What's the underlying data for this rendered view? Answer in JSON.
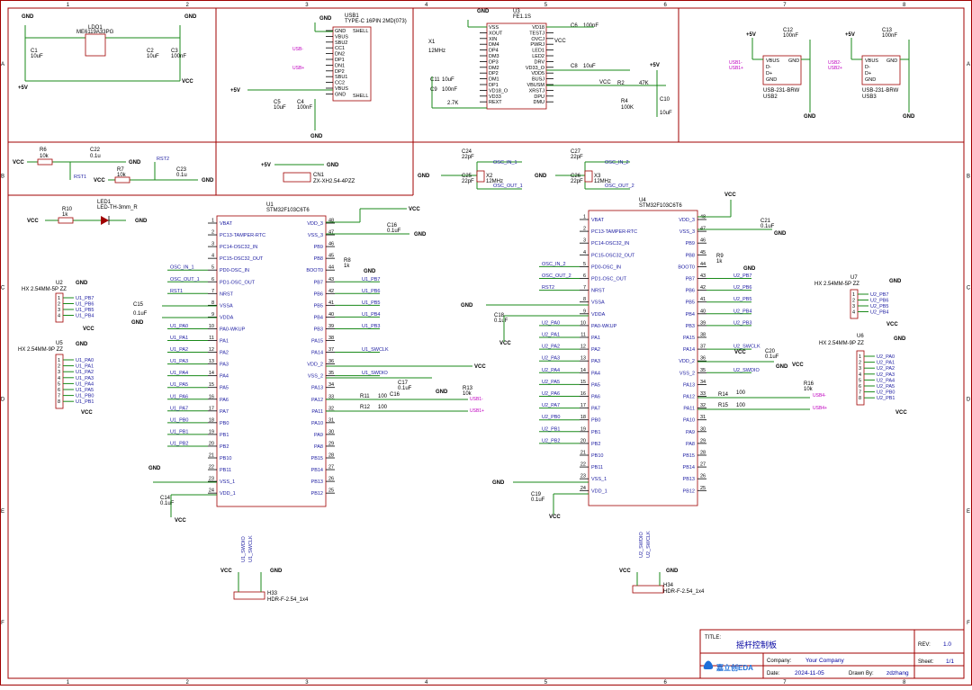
{
  "title_block": {
    "title_label": "TITLE:",
    "title": "摇杆控制板",
    "rev_label": "REV:",
    "rev": "1.0",
    "company_label": "Company:",
    "company": "Your Company",
    "sheet_label": "Sheet:",
    "sheet": "1/1",
    "date_label": "Date:",
    "date": "2024-11-05",
    "drawn_label": "Drawn By:",
    "drawn_by": "zdzhang",
    "logo": "嘉立创EDA"
  },
  "grid": {
    "columns": [
      "1",
      "2",
      "3",
      "4",
      "5",
      "6",
      "7",
      "8"
    ],
    "rows": [
      "A",
      "B",
      "C",
      "D",
      "E",
      "F"
    ]
  },
  "ldo": {
    "ref": "LDO1",
    "part": "ME6119A33PG",
    "c1": "C1",
    "c1v": "10uF",
    "c2": "C2",
    "c2v": "10uF",
    "c3": "C3",
    "c3v": "100nF",
    "pwr": "+5V",
    "vcc": "VCC",
    "gnd1": "GND",
    "gnd2": "GND"
  },
  "usb1": {
    "ref": "USB1",
    "part": "TYPE-C 16PIN 2MD(073)",
    "pins": [
      "GND",
      "VBUS",
      "SBU2",
      "CC1",
      "DN2",
      "DP1",
      "DN1",
      "DP2",
      "SBU1",
      "CC2",
      "VBUS",
      "GND"
    ],
    "shell1": "SHELL",
    "shell2": "SHELL",
    "net1": "USB-",
    "net2": "USB+",
    "c5": "C5",
    "c5v": "10uF",
    "c4": "C4",
    "c4v": "100nF",
    "pwr": "+5V",
    "gnd1": "GND",
    "gnd2": "GND"
  },
  "hub": {
    "ref": "U3",
    "part": "FE1.1S",
    "left_pins": [
      "VSS",
      "XOUT",
      "XIN",
      "DM4",
      "DP4",
      "DM3",
      "DP3",
      "DM2",
      "DP2",
      "DM1",
      "DP1",
      "VD18_O",
      "VD33",
      "REXT"
    ],
    "right_pins": [
      "VD18",
      "TESTJ",
      "OVCJ",
      "PWRJ",
      "LED1",
      "LED2",
      "DRV",
      "VD33_O",
      "VDD5",
      "BUSJ",
      "VBUSM",
      "XRSTJ",
      "DPU",
      "DMU"
    ],
    "x1": "X1",
    "x1v": "12MHz",
    "c11": "C11",
    "c11v": "10uF",
    "c9": "C9",
    "c9v": "100nF",
    "r3v": "2.7K",
    "r2": "R2",
    "r2v": "47K",
    "r4": "R4",
    "r4v": "100K",
    "c10": "C10",
    "c10v": "10uF",
    "c6": "C6",
    "c6v": "100nF",
    "c8": "C8",
    "c8v": "10uF",
    "pwr": "+5V",
    "vcc": "VCC",
    "net_vcc2": "VCC",
    "gnd": "GND"
  },
  "usb2": {
    "ref": "USB2",
    "part": "USB-231-BRW",
    "pins": [
      "VBUS",
      "D-",
      "D+",
      "GND"
    ],
    "gnd_pin": "GND",
    "c": "C12",
    "cv": "100nF",
    "pwr": "+5V",
    "net1": "USB1-",
    "net2": "USB1+",
    "gnd": "GND"
  },
  "usb3": {
    "ref": "USB3",
    "part": "USB-231-BRW",
    "pins": [
      "VBUS",
      "D-",
      "D+",
      "GND"
    ],
    "gnd_pin": "GND",
    "c": "C13",
    "cv": "100nF",
    "pwr": "+5V",
    "net1": "USB2-",
    "net2": "USB2+",
    "gnd": "GND"
  },
  "reset": {
    "r6": "R6",
    "r6v": "10k",
    "c22": "C22",
    "c22v": "0.1u",
    "r7": "R7",
    "r7v": "10k",
    "c23": "C23",
    "c23v": "0.1u",
    "rst1": "RST1",
    "rst2": "RST2",
    "vcc1": "VCC",
    "vcc2": "VCC",
    "gnd": "GND",
    "gnd2": "GND"
  },
  "cn1": {
    "ref": "CN1",
    "part": "ZX-XH2.54-4PZZ",
    "pwr": "+5V",
    "gnd": "GND"
  },
  "osc1": {
    "c24": "C24",
    "c24v": "22pF",
    "c25": "C25",
    "c25v": "22pF",
    "x2": "X2",
    "x2v": "12MHz",
    "in": "OSC_IN_1",
    "out": "OSC_OUT_1",
    "gnd": "GND"
  },
  "osc2": {
    "c27": "C27",
    "c27v": "22pF",
    "c26": "C26",
    "c26v": "22pF",
    "x3": "X3",
    "x3v": "12MHz",
    "in": "OSC_IN_2",
    "out": "OSC_OUT_2",
    "gnd": "GND"
  },
  "led": {
    "ref": "LED1",
    "part": "LED-TH-3mm_R",
    "r": "R10",
    "rv": "1k",
    "vcc": "VCC",
    "gnd": "GND"
  },
  "u1": {
    "ref": "U1",
    "part": "STM32F103C6T6",
    "left": [
      [
        "1",
        "VBAT"
      ],
      [
        "2",
        "PC13-TAMPER-RTC"
      ],
      [
        "3",
        "PC14-OSC32_IN"
      ],
      [
        "4",
        "PC15-OSC32_OUT"
      ],
      [
        "5",
        "PD0-OSC_IN"
      ],
      [
        "6",
        "PD1-OSC_OUT"
      ],
      [
        "7",
        "NRST"
      ],
      [
        "8",
        "VSSA"
      ],
      [
        "9",
        "VDDA"
      ],
      [
        "10",
        "PA0-WKUP"
      ],
      [
        "11",
        "PA1"
      ],
      [
        "12",
        "PA2"
      ],
      [
        "13",
        "PA3"
      ],
      [
        "14",
        "PA4"
      ],
      [
        "15",
        "PA5"
      ],
      [
        "16",
        "PA6"
      ],
      [
        "17",
        "PA7"
      ],
      [
        "18",
        "PB0"
      ],
      [
        "19",
        "PB1"
      ],
      [
        "20",
        "PB2"
      ],
      [
        "21",
        "PB10"
      ],
      [
        "22",
        "PB11"
      ],
      [
        "23",
        "VSS_1"
      ],
      [
        "24",
        "VDD_1"
      ]
    ],
    "right": [
      [
        "48",
        "VDD_3"
      ],
      [
        "47",
        "VSS_3"
      ],
      [
        "46",
        "PB9"
      ],
      [
        "45",
        "PB8"
      ],
      [
        "44",
        "BOOT0"
      ],
      [
        "43",
        "PB7"
      ],
      [
        "42",
        "PB6"
      ],
      [
        "41",
        "PB5"
      ],
      [
        "40",
        "PB4"
      ],
      [
        "39",
        "PB3"
      ],
      [
        "38",
        "PA15"
      ],
      [
        "37",
        "PA14"
      ],
      [
        "36",
        "VDD_2"
      ],
      [
        "35",
        "VSS_2"
      ],
      [
        "34",
        "PA13"
      ],
      [
        "33",
        "PA12"
      ],
      [
        "32",
        "PA11"
      ],
      [
        "31",
        "PA10"
      ],
      [
        "30",
        "PA9"
      ],
      [
        "29",
        "PA8"
      ],
      [
        "28",
        "PB15"
      ],
      [
        "27",
        "PB14"
      ],
      [
        "26",
        "PB13"
      ],
      [
        "25",
        "PB12"
      ]
    ],
    "left_nets": [
      "",
      "",
      "",
      "",
      "OSC_IN_1",
      "OSC_OUT_1",
      "RST1",
      "",
      "",
      "U1_PA0",
      "U1_PA1",
      "U1_PA2",
      "U1_PA3",
      "U1_PA4",
      "U1_PA5",
      "U1_PA6",
      "U1_PA7",
      "U1_PB0",
      "U1_PB1",
      "U1_PB2",
      "",
      "",
      "",
      ""
    ],
    "right_nets": [
      "",
      "",
      "",
      "",
      "",
      "U1_PB7",
      "U1_PB6",
      "U1_PB5",
      "U1_PB4",
      "U1_PB3",
      "",
      "U1_SWCLK",
      "",
      "U1_SWDIO",
      "",
      "",
      "",
      "",
      "",
      "",
      "",
      "",
      "",
      ""
    ],
    "c16": "C16",
    "c16v": "0.1uF",
    "c15": "C15",
    "c15v": "0.1uF",
    "c17": "C17",
    "c17v": "0.1uF",
    "c14": "C14",
    "c14v": "0.1uF",
    "r8": "R8",
    "r8v": "1k",
    "r11": "R11",
    "r11v": "100",
    "r12": "R12",
    "r12v": "100",
    "r13": "R13",
    "r13v": "10k",
    "usb_m": "USB1-",
    "usb_p": "USB1+",
    "vcc": "VCC",
    "gnd": "GND"
  },
  "u4": {
    "ref": "U4",
    "part": "STM32F103C6T6",
    "left_nets": [
      "",
      "",
      "",
      "",
      "OSC_IN_2",
      "OSC_OUT_2",
      "RST2",
      "",
      "",
      "U2_PA0",
      "U2_PA1",
      "U2_PA2",
      "U2_PA3",
      "U2_PA4",
      "U2_PA5",
      "U2_PA6",
      "U2_PA7",
      "U2_PB0",
      "U2_PB1",
      "U2_PB2",
      "",
      "",
      "",
      ""
    ],
    "right_nets": [
      "",
      "",
      "",
      "",
      "",
      "U2_PB7",
      "U2_PB6",
      "U2_PB5",
      "U2_PB4",
      "U2_PB3",
      "",
      "U2_SWCLK",
      "",
      "U2_SWDIO",
      "",
      "",
      "",
      "",
      "",
      "",
      "",
      "",
      "",
      ""
    ],
    "c21": "C21",
    "c21v": "0.1uF",
    "c18": "C18",
    "c18v": "0.1uF",
    "c20": "C20",
    "c20v": "0.1uF",
    "c19": "C19",
    "c19v": "0.1uF",
    "r9": "R9",
    "r9v": "1k",
    "r14": "R14",
    "r14v": "100",
    "r15": "R15",
    "r15v": "100",
    "r16": "R16",
    "r16v": "10k",
    "usb_m": "USB4-",
    "usb_p": "USB4+",
    "vcc": "VCC",
    "gnd": "GND"
  },
  "headers": {
    "u2": {
      "ref": "U2",
      "part": "HX 2.54MM-5P ZZ",
      "nets": [
        "U1_PB7",
        "U1_PB6",
        "U1_PB5",
        "U1_PB4"
      ]
    },
    "u5": {
      "ref": "U5",
      "part": "HX 2.54MM-9P ZZ",
      "nets": [
        "U1_PA0",
        "U1_PA1",
        "U1_PA2",
        "U1_PA3",
        "U1_PA4",
        "U1_PA5",
        "U1_PB0",
        "U1_PB1"
      ]
    },
    "u7": {
      "ref": "U7",
      "part": "HX 2.54MM-5P ZZ",
      "nets": [
        "U2_PB7",
        "U2_PB6",
        "U2_PB5",
        "U2_PB4"
      ]
    },
    "u6": {
      "ref": "U6",
      "part": "HX 2.54MM-9P ZZ",
      "nets": [
        "U2_PA0",
        "U2_PA1",
        "U2_PA2",
        "U2_PA3",
        "U2_PA4",
        "U2_PA5",
        "U2_PB0",
        "U2_PB1"
      ]
    },
    "h33": {
      "ref": "H33",
      "part": "HDR-F-2.54_1x4",
      "n1": "U1_SWDIO",
      "n2": "U1_SWCLK"
    },
    "h34": {
      "ref": "H34",
      "part": "HDR-F-2.54_1x4",
      "n1": "U2_SWDIO",
      "n2": "U2_SWCLK"
    },
    "vcc": "VCC",
    "gnd": "GND"
  }
}
